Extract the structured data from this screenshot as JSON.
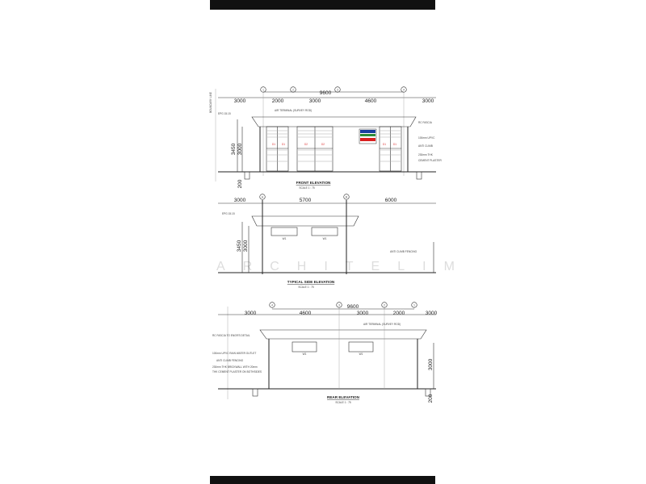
{
  "front": {
    "grid": [
      "1",
      "2",
      "3",
      "4"
    ],
    "overall": "9600",
    "dims": [
      "3000",
      "2000",
      "3000",
      "4600",
      "3000"
    ],
    "height_dims": [
      "3450",
      "3000",
      "200"
    ],
    "notes": [
      "AIR TERMINAL (SURVEY ROD)",
      "RC FASCIA",
      "100mm UPVC",
      "ANTI CLIMB",
      "230mm THK",
      "CEMENT PLASTER",
      "EPG 15.15",
      "BOUNDARY LINE"
    ],
    "door_tags": [
      "D1",
      "D1",
      "D2",
      "D2",
      "D1",
      "D1"
    ],
    "title": "FRONT ELEVATION",
    "scale": "SCALE 1 : 75",
    "sign_colors": [
      "#1a3fa0",
      "#2e8b3a",
      "#d92020"
    ]
  },
  "side": {
    "grid": [
      "A",
      "B"
    ],
    "dims": [
      "3000",
      "5700",
      "6000"
    ],
    "height_dims": [
      "3450",
      "3000"
    ],
    "window_tags": [
      "W1",
      "W1"
    ],
    "notes": [
      "ANTI CLIMB FENCING",
      "EPG 15.15"
    ],
    "title": "TYPICAL SIDE ELEVATION",
    "scale": "SCALE 1 : 75"
  },
  "rear": {
    "grid": [
      "4",
      "3",
      "2",
      "1"
    ],
    "overall": "9600",
    "dims": [
      "3000",
      "4600",
      "3000",
      "2000",
      "3000"
    ],
    "height_dims": [
      "3000",
      "200"
    ],
    "window_tags": [
      "W1",
      "W1"
    ],
    "notes": [
      "AIR TERMINAL (SURVEY ROD)",
      "RC FASCIA TO ENGR'S DETAIL",
      "100mm UPVC RAIN WATER OUTLET",
      "ANTI CLIMB FENCING",
      "230mm THK BRICKWALL WITH 20mm",
      "THK CEMENT PLASTER ON BOTHSIDES"
    ],
    "title": "REAR ELEVATION",
    "scale": "SCALE 1 : 75"
  },
  "watermark": "ARCHITELIM"
}
